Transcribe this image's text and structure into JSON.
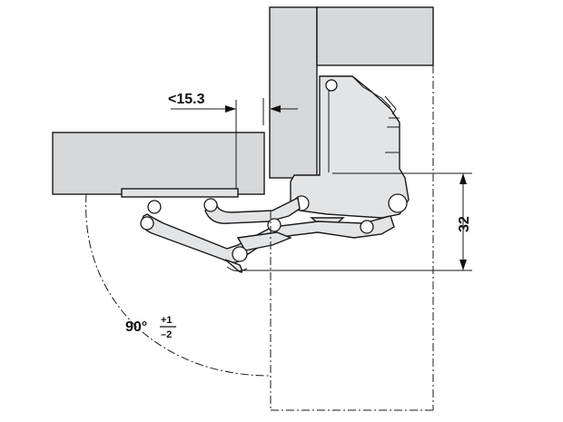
{
  "diagram": {
    "dimension_left": "<15.3",
    "dimension_right": "32",
    "angle_value": "90°",
    "angle_tol_plus": "+1",
    "angle_tol_minus": "–2"
  }
}
